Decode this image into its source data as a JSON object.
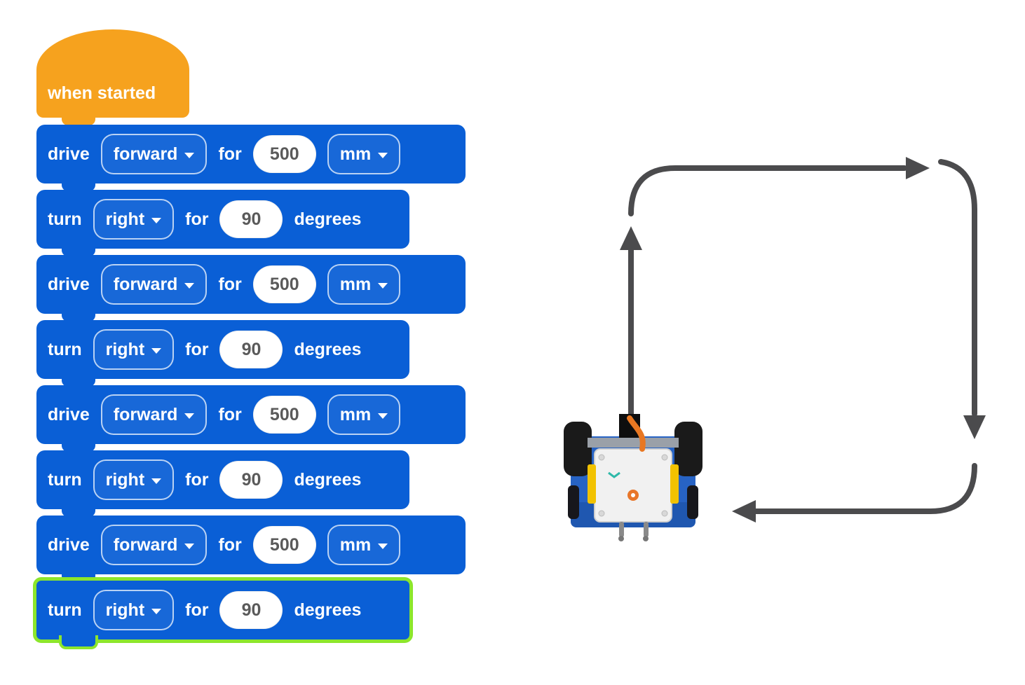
{
  "colors": {
    "block_blue": "#0A5FD6",
    "hat_orange": "#F6A21E",
    "highlight_green": "#8CE62C",
    "value_text": "#5A5A5A",
    "arrow_gray": "#4B4B4D"
  },
  "blocks": [
    {
      "kind": "hat",
      "label": "when started"
    },
    {
      "kind": "drive",
      "verb": "drive",
      "direction": "forward",
      "for_label": "for",
      "value": "500",
      "unit": "mm"
    },
    {
      "kind": "turn",
      "verb": "turn",
      "direction": "right",
      "for_label": "for",
      "value": "90",
      "unit": "degrees"
    },
    {
      "kind": "drive",
      "verb": "drive",
      "direction": "forward",
      "for_label": "for",
      "value": "500",
      "unit": "mm"
    },
    {
      "kind": "turn",
      "verb": "turn",
      "direction": "right",
      "for_label": "for",
      "value": "90",
      "unit": "degrees"
    },
    {
      "kind": "drive",
      "verb": "drive",
      "direction": "forward",
      "for_label": "for",
      "value": "500",
      "unit": "mm"
    },
    {
      "kind": "turn",
      "verb": "turn",
      "direction": "right",
      "for_label": "for",
      "value": "90",
      "unit": "degrees"
    },
    {
      "kind": "drive",
      "verb": "drive",
      "direction": "forward",
      "for_label": "for",
      "value": "500",
      "unit": "mm"
    },
    {
      "kind": "turn",
      "verb": "turn",
      "direction": "right",
      "for_label": "for",
      "value": "90",
      "unit": "degrees",
      "highlighted": true
    }
  ]
}
